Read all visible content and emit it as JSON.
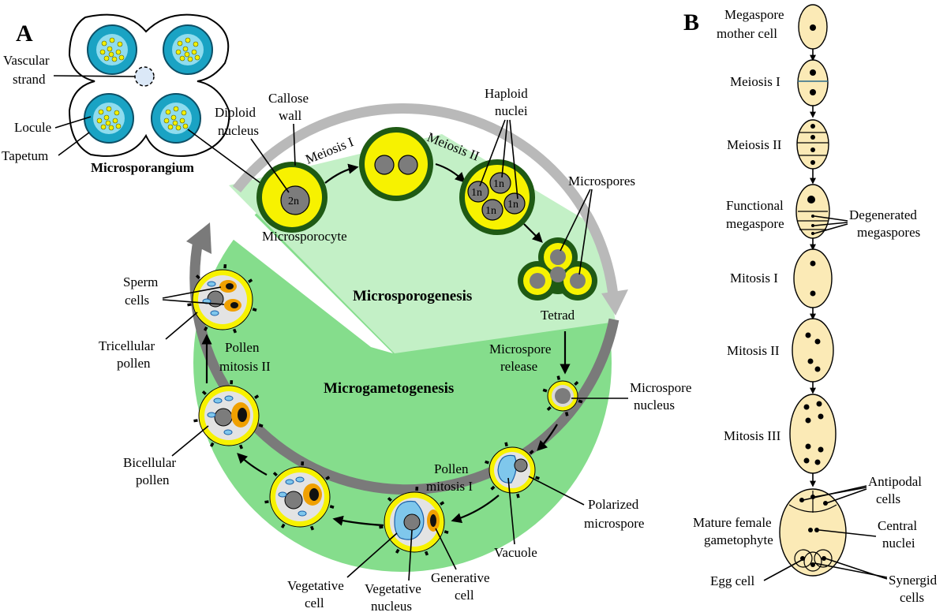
{
  "panel_a": {
    "letter": "A",
    "microsporangium": {
      "title": "Microsporangium",
      "vascular_strand": [
        "Vascular",
        "strand"
      ],
      "locule": "Locule",
      "tapetum": "Tapetum"
    },
    "microsporogenesis": {
      "title": "Microsporogenesis",
      "diploid_nucleus": [
        "Diploid",
        "nucleus"
      ],
      "callose_wall": [
        "Callose",
        "wall"
      ],
      "meiosis_1": "Meiosis I",
      "meiosis_2": "Meiosis II",
      "haploid_nuclei": [
        "Haploid",
        "nuclei"
      ],
      "microsporocyte": "Microsporocyte",
      "microspores": "Microspores",
      "tetrad": "Tetrad",
      "nucleus_2n": "2n",
      "nucleus_1n": "1n"
    },
    "microgametogenesis": {
      "title": "Microgametogenesis",
      "microspore_release": [
        "Microspore",
        "release"
      ],
      "microspore_nucleus": [
        "Microspore",
        "nucleus"
      ],
      "pollen_mitosis_1": [
        "Pollen",
        "mitosis I"
      ],
      "polarized_microspore": [
        "Polarized",
        "microspore"
      ],
      "vacuole": "Vacuole",
      "generative_cell": [
        "Generative",
        "cell"
      ],
      "vegetative_nucleus": [
        "Vegetative",
        "nucleus"
      ],
      "vegetative_cell": [
        "Vegetative",
        "cell"
      ],
      "bicellular_pollen": [
        "Bicellular",
        "pollen"
      ],
      "pollen_mitosis_2": [
        "Pollen",
        "mitosis II"
      ],
      "tricellular_pollen": [
        "Tricellular",
        "pollen"
      ],
      "sperm_cells": [
        "Sperm",
        "cells"
      ]
    }
  },
  "panel_b": {
    "letter": "B",
    "stages": {
      "megaspore_mother_cell": [
        "Megaspore",
        "mother cell"
      ],
      "meiosis_1": "Meiosis I",
      "meiosis_2": "Meiosis II",
      "functional_megaspore": [
        "Functional",
        "megaspore"
      ],
      "degenerated_megaspores": [
        "Degenerated",
        "megaspores"
      ],
      "mitosis_1": "Mitosis I",
      "mitosis_2": "Mitosis II",
      "mitosis_3": "Mitosis III",
      "antipodal_cells": [
        "Antipodal",
        "cells"
      ],
      "mature_female_gametophyte": [
        "Mature female",
        "gametophyte"
      ],
      "central_nuclei": [
        "Central",
        "nuclei"
      ],
      "egg_cell": "Egg cell",
      "synergid_cells": [
        "Synergid",
        "cells"
      ]
    }
  },
  "colors": {
    "sporogenesis_bg": "#c3f0c6",
    "gametogenesis_bg": "#85dd8c",
    "cycle_arrow": "#7a7a7a",
    "yellow_wall": "#f7f200",
    "dark_green": "#1f5a14",
    "nucleus_gray": "#7c7c7c",
    "locule_blue": "#1aa3c4",
    "vacuole_blue": "#7fc7ec",
    "orange": "#f0a000",
    "embryo_sac": "#fbeab6"
  }
}
